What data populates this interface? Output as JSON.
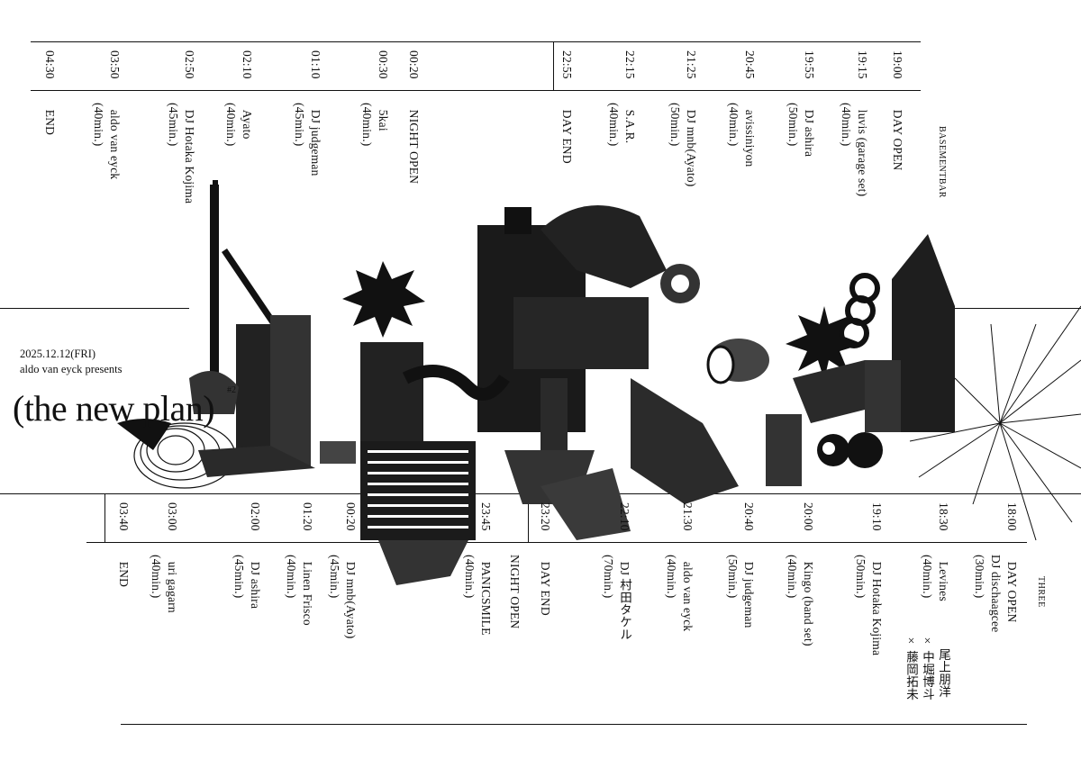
{
  "event": {
    "date": "2025.12.12(FRI)",
    "presenter": "aldo van eyck presents",
    "title": "(the new plan)",
    "edition": "#2"
  },
  "venues": {
    "top": "BASEMENTBAR",
    "bottom": "THREE"
  },
  "basementbar": [
    {
      "time": "19:00",
      "act": "DAY OPEN",
      "dur": ""
    },
    {
      "time": "19:15",
      "act": "luvis (garage set)",
      "dur": "(40min.)"
    },
    {
      "time": "19:55",
      "act": "DJ ashira",
      "dur": "(50min.)"
    },
    {
      "time": "20:45",
      "act": "avissiniyon",
      "dur": "(40min.)"
    },
    {
      "time": "21:25",
      "act": "DJ mnb(Ayato)",
      "dur": "(50min.)"
    },
    {
      "time": "22:15",
      "act": "S.A.R.",
      "dur": "(40min.)"
    },
    {
      "time": "22:55",
      "act": "DAY END",
      "dur": ""
    },
    {
      "time": "00:20",
      "act": "NIGHT OPEN",
      "dur": ""
    },
    {
      "time": "00:30",
      "act": "5kai",
      "dur": "(40min.)"
    },
    {
      "time": "01:10",
      "act": "DJ judgeman",
      "dur": "(45min.)"
    },
    {
      "time": "02:10",
      "act": "Ayato",
      "dur": "(40min.)"
    },
    {
      "time": "02:50",
      "act": "DJ Hotaka Kojima",
      "dur": "(45min.)"
    },
    {
      "time": "03:50",
      "act": "aldo van eyck",
      "dur": "(40min.)"
    },
    {
      "time": "04:30",
      "act": "END",
      "dur": ""
    }
  ],
  "three": [
    {
      "time": "18:00",
      "act": "DAY OPEN",
      "dur": "DJ dischaagcee",
      "extra": "(30min.)"
    },
    {
      "time": "18:30",
      "act": "Levines",
      "dur": "(40min.)",
      "extra": ""
    },
    {
      "time": "",
      "act": "× 中堀博斗",
      "dur": "× 藤岡拓未",
      "extra": "尾上朋洋"
    },
    {
      "time": "19:10",
      "act": "DJ Hotaka Kojima",
      "dur": "(50min.)",
      "extra": ""
    },
    {
      "time": "20:00",
      "act": "Kingo (band set)",
      "dur": "(40min.)",
      "extra": ""
    },
    {
      "time": "20:40",
      "act": "DJ judgeman",
      "dur": "(50min.)",
      "extra": ""
    },
    {
      "time": "21:30",
      "act": "aldo van eyck",
      "dur": "(40min.)",
      "extra": ""
    },
    {
      "time": "22:10",
      "act": "DJ 村田タケル",
      "dur": "(70min.)",
      "extra": ""
    },
    {
      "time": "23:20",
      "act": "DAY END",
      "dur": "",
      "extra": ""
    },
    {
      "time": "",
      "act": "NIGHT OPEN",
      "dur": "",
      "extra": ""
    },
    {
      "time": "23:45",
      "act": "PANICSMILE",
      "dur": "(40min.)",
      "extra": ""
    },
    {
      "time": "00:20",
      "act": "DJ mnb(Ayato)",
      "dur": "(45min.)",
      "extra": ""
    },
    {
      "time": "01:20",
      "act": "Linen Frisco",
      "dur": "(40min.)",
      "extra": ""
    },
    {
      "time": "02:00",
      "act": "DJ ashira",
      "dur": "(45min.)",
      "extra": ""
    },
    {
      "time": "03:00",
      "act": "uri gagarn",
      "dur": "(40min.)",
      "extra": ""
    },
    {
      "time": "03:40",
      "act": "END",
      "dur": "",
      "extra": ""
    }
  ],
  "colors": {
    "ink": "#111111",
    "paper": "#ffffff"
  },
  "icons": [
    "collage-artwork",
    "starburst-icon"
  ]
}
